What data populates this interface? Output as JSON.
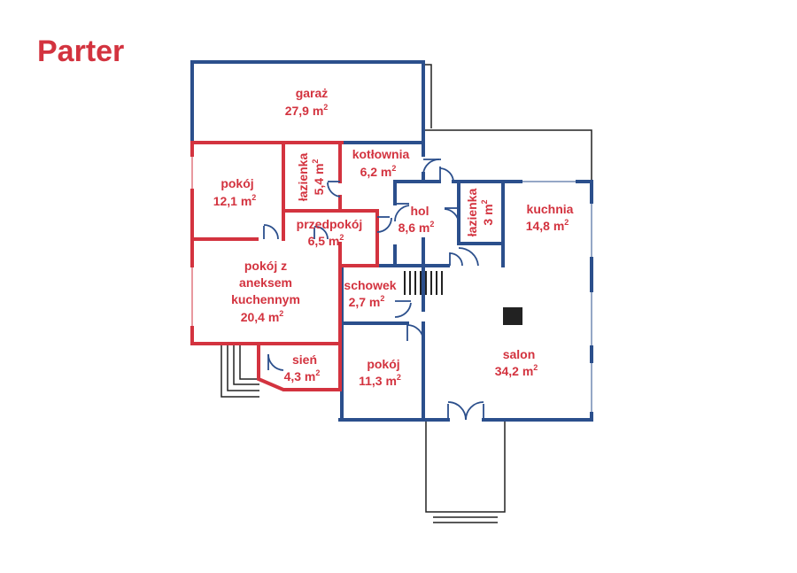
{
  "title": "Parter",
  "colors": {
    "red": "#d3333f",
    "blue": "#2b4f8c",
    "black": "#222222",
    "white": "#ffffff"
  },
  "unit_superscript": "2",
  "rooms": [
    {
      "id": "garaz",
      "name": "garaż",
      "area": "27,9 m"
    },
    {
      "id": "pokoj-1",
      "name": "pokój",
      "area": "12,1 m"
    },
    {
      "id": "lazienka-1",
      "name": "łazienka",
      "area": "5,4 m"
    },
    {
      "id": "kotlownia",
      "name": "kotłownia",
      "area": "6,2 m"
    },
    {
      "id": "przedpokoj",
      "name": "przedpokój",
      "area": "6,5 m"
    },
    {
      "id": "hol",
      "name": "hol",
      "area": "8,6 m"
    },
    {
      "id": "lazienka-2",
      "name": "łazienka",
      "area": "3 m"
    },
    {
      "id": "kuchnia",
      "name": "kuchnia",
      "area": "14,8 m"
    },
    {
      "id": "pokoj-aneks",
      "name_lines": [
        "pokój z",
        "aneksem",
        "kuchennym"
      ],
      "area": "20,4 m"
    },
    {
      "id": "schowek",
      "name": "schowek",
      "area": "2,7 m"
    },
    {
      "id": "salon",
      "name": "salon",
      "area": "34,2 m"
    },
    {
      "id": "sien",
      "name": "sień",
      "area": "4,3 m"
    },
    {
      "id": "pokoj-2",
      "name": "pokój",
      "area": "11,3 m"
    }
  ]
}
